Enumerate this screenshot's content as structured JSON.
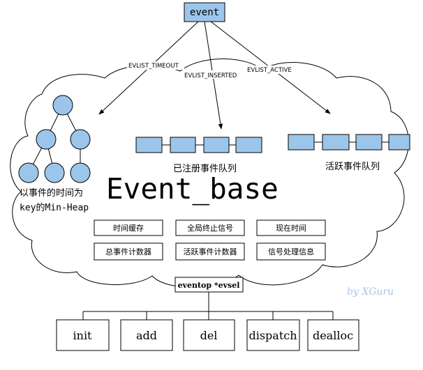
{
  "root_node": {
    "label": "event"
  },
  "edge_labels": {
    "timeout": "EVLIST_TIMEOUT",
    "inserted": "EVLIST_INSERTED",
    "active": "EVLIST_ACTIVE"
  },
  "heap": {
    "caption_line1": "以事件的时间为",
    "caption_line2": "key的Min-Heap"
  },
  "queues": {
    "registered_caption": "已注册事件队列",
    "active_caption": "活跃事件队列"
  },
  "event_base": {
    "title": "Event_base",
    "fields": [
      "时间缓存",
      "全局终止信号",
      "现在时间",
      "总事件计数器",
      "活跃事件计数器",
      "信号处理信息"
    ],
    "evsel_label": "eventop *evsel"
  },
  "eventop_functions": [
    "init",
    "add",
    "del",
    "dispatch",
    "dealloc"
  ],
  "watermark": "by XGuru",
  "colors": {
    "node_fill": "#9bc6ea",
    "queue_fill": "#9bc6ea",
    "stroke": "#000000",
    "watermark": "#a9c4e6"
  }
}
